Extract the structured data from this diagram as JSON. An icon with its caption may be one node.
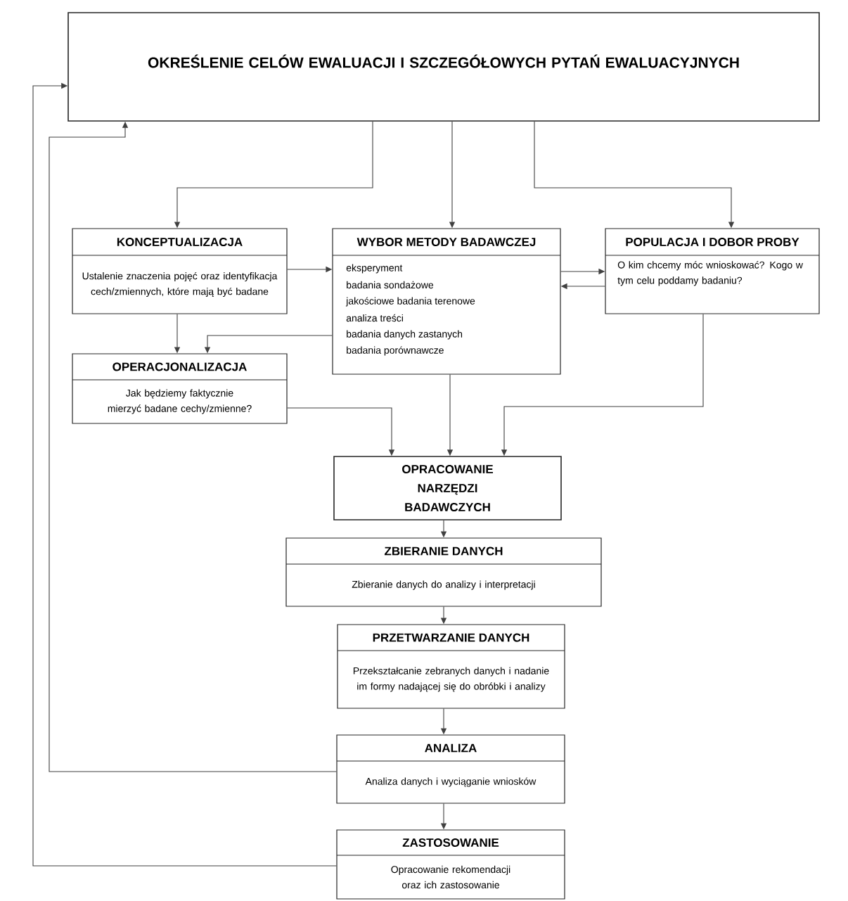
{
  "diagram": {
    "nodes": [
      {
        "text": [
          "OKREŚLENIE CELÓW EWALUACJI I SZCZEGÓŁOWYCH PYTAŃ EWALUACYJNYCH"
        ]
      },
      {
        "text": [
          "KONCEPTUALIZACJA",
          "Ustalenie znaczenia pojęć oraz identyfikacja cech/zmiennych, które mają być badane"
        ]
      },
      {
        "text": [
          "WYBOR METODY BADAWCZEJ",
          "eksperyment",
          "badania sondażowe",
          "jakościowe badania terenowe",
          "analiza treści",
          "badania danych zastanych",
          "badania porównawcze"
        ]
      },
      {
        "text": [
          "POPULACJA I DOBOR PROBY",
          "O kim chcemy móc wnioskować? Kogo w tym celu poddamy badaniu?"
        ]
      },
      {
        "text": [
          "OPERACJONALIZACJA",
          "Jak będziemy faktycznie mierzyć badane cechy/zmienne?"
        ]
      },
      {
        "text": [
          "OPRACOWANIE NARZĘDZI BADAWCZYCH"
        ]
      },
      {
        "text": [
          "ZBIERANIE DANYCH",
          "Zbieranie danych do analizy i interpretacji"
        ]
      },
      {
        "text": [
          "PRZETWARZANIE DANYCH",
          "Przekształcanie zebranych danych i nadanie im formy nadającej się do obróbki i analizy"
        ]
      },
      {
        "text": [
          "ANALIZA",
          "Analiza danych i wyciąganie wniosków"
        ]
      },
      {
        "text": [
          "ZASTOSOWANIE",
          "Opracowanie rekomendacji oraz ich zastosowanie"
        ]
      }
    ],
    "edges": [
      {
        "from": 0,
        "to": 1,
        "arrow": "to"
      },
      {
        "from": 0,
        "to": 2,
        "arrow": "to"
      },
      {
        "from": 0,
        "to": 3,
        "arrow": "to"
      },
      {
        "from": 1,
        "to": 2,
        "arrow": "to"
      },
      {
        "from": 2,
        "to": 3,
        "arrow": "to"
      },
      {
        "from": 3,
        "to": 2,
        "arrow": "to"
      },
      {
        "from": 1,
        "to": 4,
        "arrow": "to"
      },
      {
        "from": 2,
        "to": 4,
        "arrow": "to"
      },
      {
        "from": 4,
        "to": 5,
        "arrow": "to"
      },
      {
        "from": 2,
        "to": 5,
        "arrow": "to"
      },
      {
        "from": 3,
        "to": 5,
        "arrow": "to"
      },
      {
        "from": 5,
        "to": 6,
        "arrow": "to"
      },
      {
        "from": 6,
        "to": 7,
        "arrow": "to"
      },
      {
        "from": 7,
        "to": 8,
        "arrow": "to"
      },
      {
        "from": 8,
        "to": 9,
        "arrow": "to"
      },
      {
        "from": 8,
        "to": 0,
        "arrow": "to"
      },
      {
        "from": 9,
        "to": 0,
        "arrow": "to"
      }
    ]
  }
}
